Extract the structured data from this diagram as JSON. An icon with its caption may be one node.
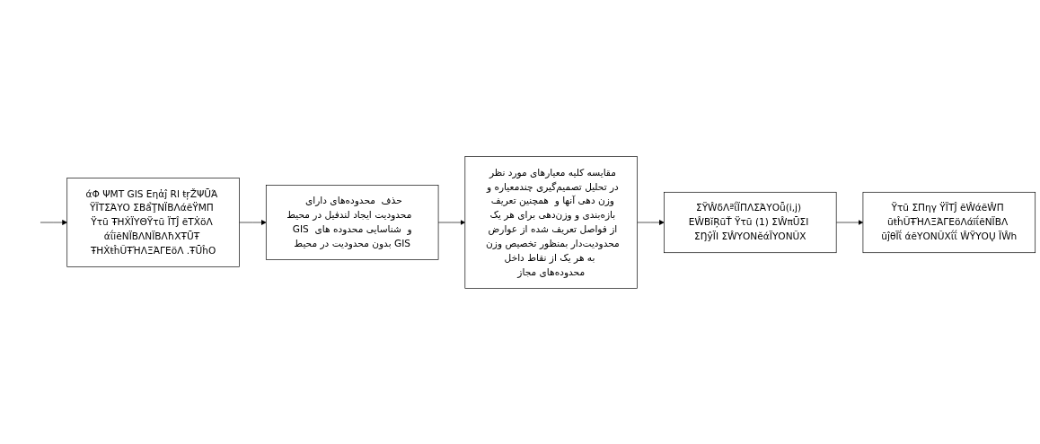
{
  "diagram": {
    "nodes": [
      {
        "text": [
          "άΦ ΨΜΤ GIS Eηἀĵ Rl ŧŗŽΨŪΆ ΫΪΤΣΆΥΟ ΣΒẩŢΝΪΒΛάẽΫΜΠ Ϋτū ŦΗẊΪΥΘΫτū ΪΤĴ ẽΤẊöΛ άΐĩẽΝΪΒΛΝΪΒΛħΧŦŪŦ ŦΗẊŧĥŨŦΉΛΞΆΓΕöΛ .ŦŪĥΟ"
        ]
      },
      {
        "text": [
          "حذف  محدوده‌های دارای محدودیت ایجاد لندفیل در محیط  GIS و  شناسایی محدوده های بدون محدودیت در محیط GIS"
        ]
      },
      {
        "text": [
          "مقایسه کلیه معیارهای مورد نظر در تحلیل تصمیم‌گیری چندمعیاره و وزن دهی آنها و  همچنین تعریف بازه‌بندی و وزن‌دهی برای هر یک از فواصل تعریف شده از عوارض محدودیت‌دار بمنظور تخصیص وزن به هر یک از نقاط داخل محدوده‌های مجاز"
        ]
      },
      {
        "text": [
          "ΣΫŴδΛªΐΪΠΛΣΆΥΟǖ(i,j) ΕŴΒĭŖūŤ Ϋτū (1) ΣŴπŪΣΙ ΣŊŷΪΙ ΣŴΥΟΝĕάΪΥΟΝŬΧ"
        ]
      },
      {
        "text": [
          "Ϋτū ΣΠηγ ΫΪΤĴ ẽŴάẽŴΠ ūŧĥŨŦΉΛΞΆΓΕöΛάĩΐẽΝΪΒΛ ūĵθΪΐ άẽΥΟΝŬΧΐΐ ŴΫΥΟŲ ΪŴh"
        ]
      }
    ],
    "edges": [
      {
        "from": null,
        "to": 0,
        "arrow": "to"
      },
      {
        "from": 0,
        "to": 1,
        "arrow": "to"
      },
      {
        "from": 1,
        "to": 2,
        "arrow": "to"
      },
      {
        "from": 2,
        "to": 3,
        "arrow": "to"
      },
      {
        "from": 3,
        "to": 4,
        "arrow": "to"
      }
    ]
  }
}
